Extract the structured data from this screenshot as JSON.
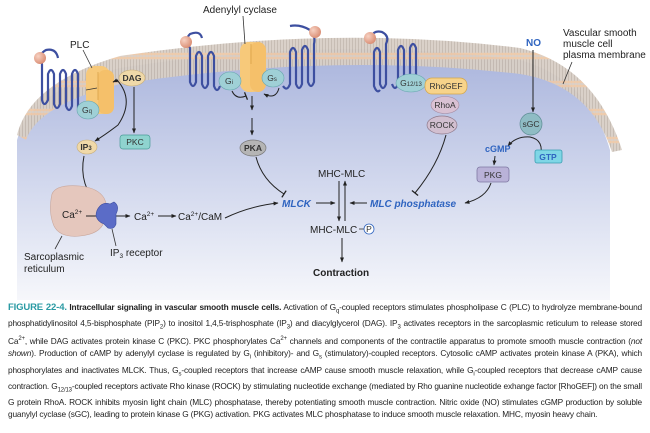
{
  "figure": {
    "labels": {
      "plc": "PLC",
      "adenylyl_cyclase": "Adenylyl cyclase",
      "membrane_note_1": "Vascular smooth",
      "membrane_note_2": "muscle cell",
      "membrane_note_3": "plasma membrane",
      "no": "NO",
      "dag": "DAG",
      "gq": "G",
      "gq_sub": "q",
      "pkc": "PKC",
      "ip3": "IP",
      "ip3_sub": "3",
      "gi": "G",
      "gi_sub": "i",
      "gs": "G",
      "gs_sub": "s",
      "pka": "PKA",
      "g1213": "G",
      "g1213_sub": "12/13",
      "rhogef": "RhoGEF",
      "rhoa": "RhoA",
      "rock": "ROCK",
      "sgc": "sGC",
      "cgmp": "cGMP",
      "gtp": "GTP",
      "pkg": "PKG",
      "ca_sr": "Ca",
      "ca_sr_sup": "2+",
      "ca_cyto": "Ca",
      "ca_cyto_sup": "2+",
      "ca_cam": "Ca",
      "ca_cam_sup": "2+",
      "ca_cam_suffix": "/CaM",
      "mlck": "MLCK",
      "mlc_phosphatase": "MLC phosphatase",
      "mhc_mlc": "MHC-MLC",
      "mhc_mlc_p": "MHC-MLC",
      "phospho": "P",
      "contraction": "Contraction",
      "sr_1": "Sarcoplasmic",
      "sr_2": "reticulum",
      "ip3_receptor": "IP",
      "ip3_receptor_sub": "3",
      "ip3_receptor_suffix": " receptor"
    },
    "colors": {
      "cytoplasm_top": "#aeb8de",
      "cytoplasm_bottom": "#f4f6fb",
      "membrane": "#d9c9b8",
      "head": "#f1c9a6",
      "receptor": "#3d4fa0",
      "ligand": "#e8a48e",
      "plc_ac": "#f7c97a",
      "g_protein": "#9fd0d6",
      "dag_ip3": "#f0d9a8",
      "pkc": "#8fd3cf",
      "pka": "#b5b5b5",
      "rhogef": "#f7d38a",
      "rhoa_rock": "#d9c1d3",
      "sgc": "#8fbcc4",
      "gtp": "#7fd6e6",
      "pkg": "#b9b2d8",
      "sr": "#e5c7bd",
      "ip3r": "#5b6cc7",
      "blue_text": "#2f64c0",
      "figure_number": "#2a9aa3"
    }
  },
  "caption": {
    "figure_number": "FIGURE 22-4.",
    "title": "Intracellular signaling in vascular smooth muscle cells.",
    "segments": [
      {
        "t": " Activation of G"
      },
      {
        "sub": "q"
      },
      {
        "t": "-coupled receptors stimulates phospholipase C (PLC) to hydrolyze membrane-bound phosphatidylinositol 4,5-bisphosphate (PIP"
      },
      {
        "sub": "2"
      },
      {
        "t": ") to inositol 1,4,5-trisphosphate (IP"
      },
      {
        "sub": "3"
      },
      {
        "t": ") and diacylglycerol (DAG). IP"
      },
      {
        "sub": "3"
      },
      {
        "t": " activates receptors in the sarcoplasmic reticulum to release stored Ca"
      },
      {
        "sup": "2+"
      },
      {
        "t": ", while DAG activates protein kinase C (PKC). PKC phosphorylates Ca"
      },
      {
        "sup": "2+"
      },
      {
        "t": " channels and components of the contractile apparatus to promote smooth muscle contraction ("
      },
      {
        "i": "not shown"
      },
      {
        "t": "). Production of cAMP by adenylyl cyclase is regulated by G"
      },
      {
        "sub": "i"
      },
      {
        "t": " (inhibitory)- and G"
      },
      {
        "sub": "s"
      },
      {
        "t": " (stimulatory)-coupled receptors. Cytosolic cAMP activates protein kinase A (PKA), which phosphorylates and inactivates MLCK. Thus, G"
      },
      {
        "sub": "s"
      },
      {
        "t": "-coupled receptors that increase cAMP cause smooth muscle relaxation, while G"
      },
      {
        "sub": "i"
      },
      {
        "t": "-coupled receptors that decrease cAMP cause contraction. G"
      },
      {
        "sub": "12/13"
      },
      {
        "t": "-coupled receptors activate Rho kinase (ROCK) by stimulating nucleotide exchange (mediated by Rho guanine nucleotide exhange factor [RhoGEF]) on the small G protein RhoA. ROCK inhibits myosin light chain (MLC) phosphatase, thereby potentiating smooth muscle contraction. Nitric oxide (NO) stimulates cGMP production by soluble guanylyl cyclase (sGC), leading to protein kinase G (PKG) activation. PKG activates MLC phosphatase to induce smooth muscle relaxation. MHC, myosin heavy chain."
      }
    ]
  }
}
